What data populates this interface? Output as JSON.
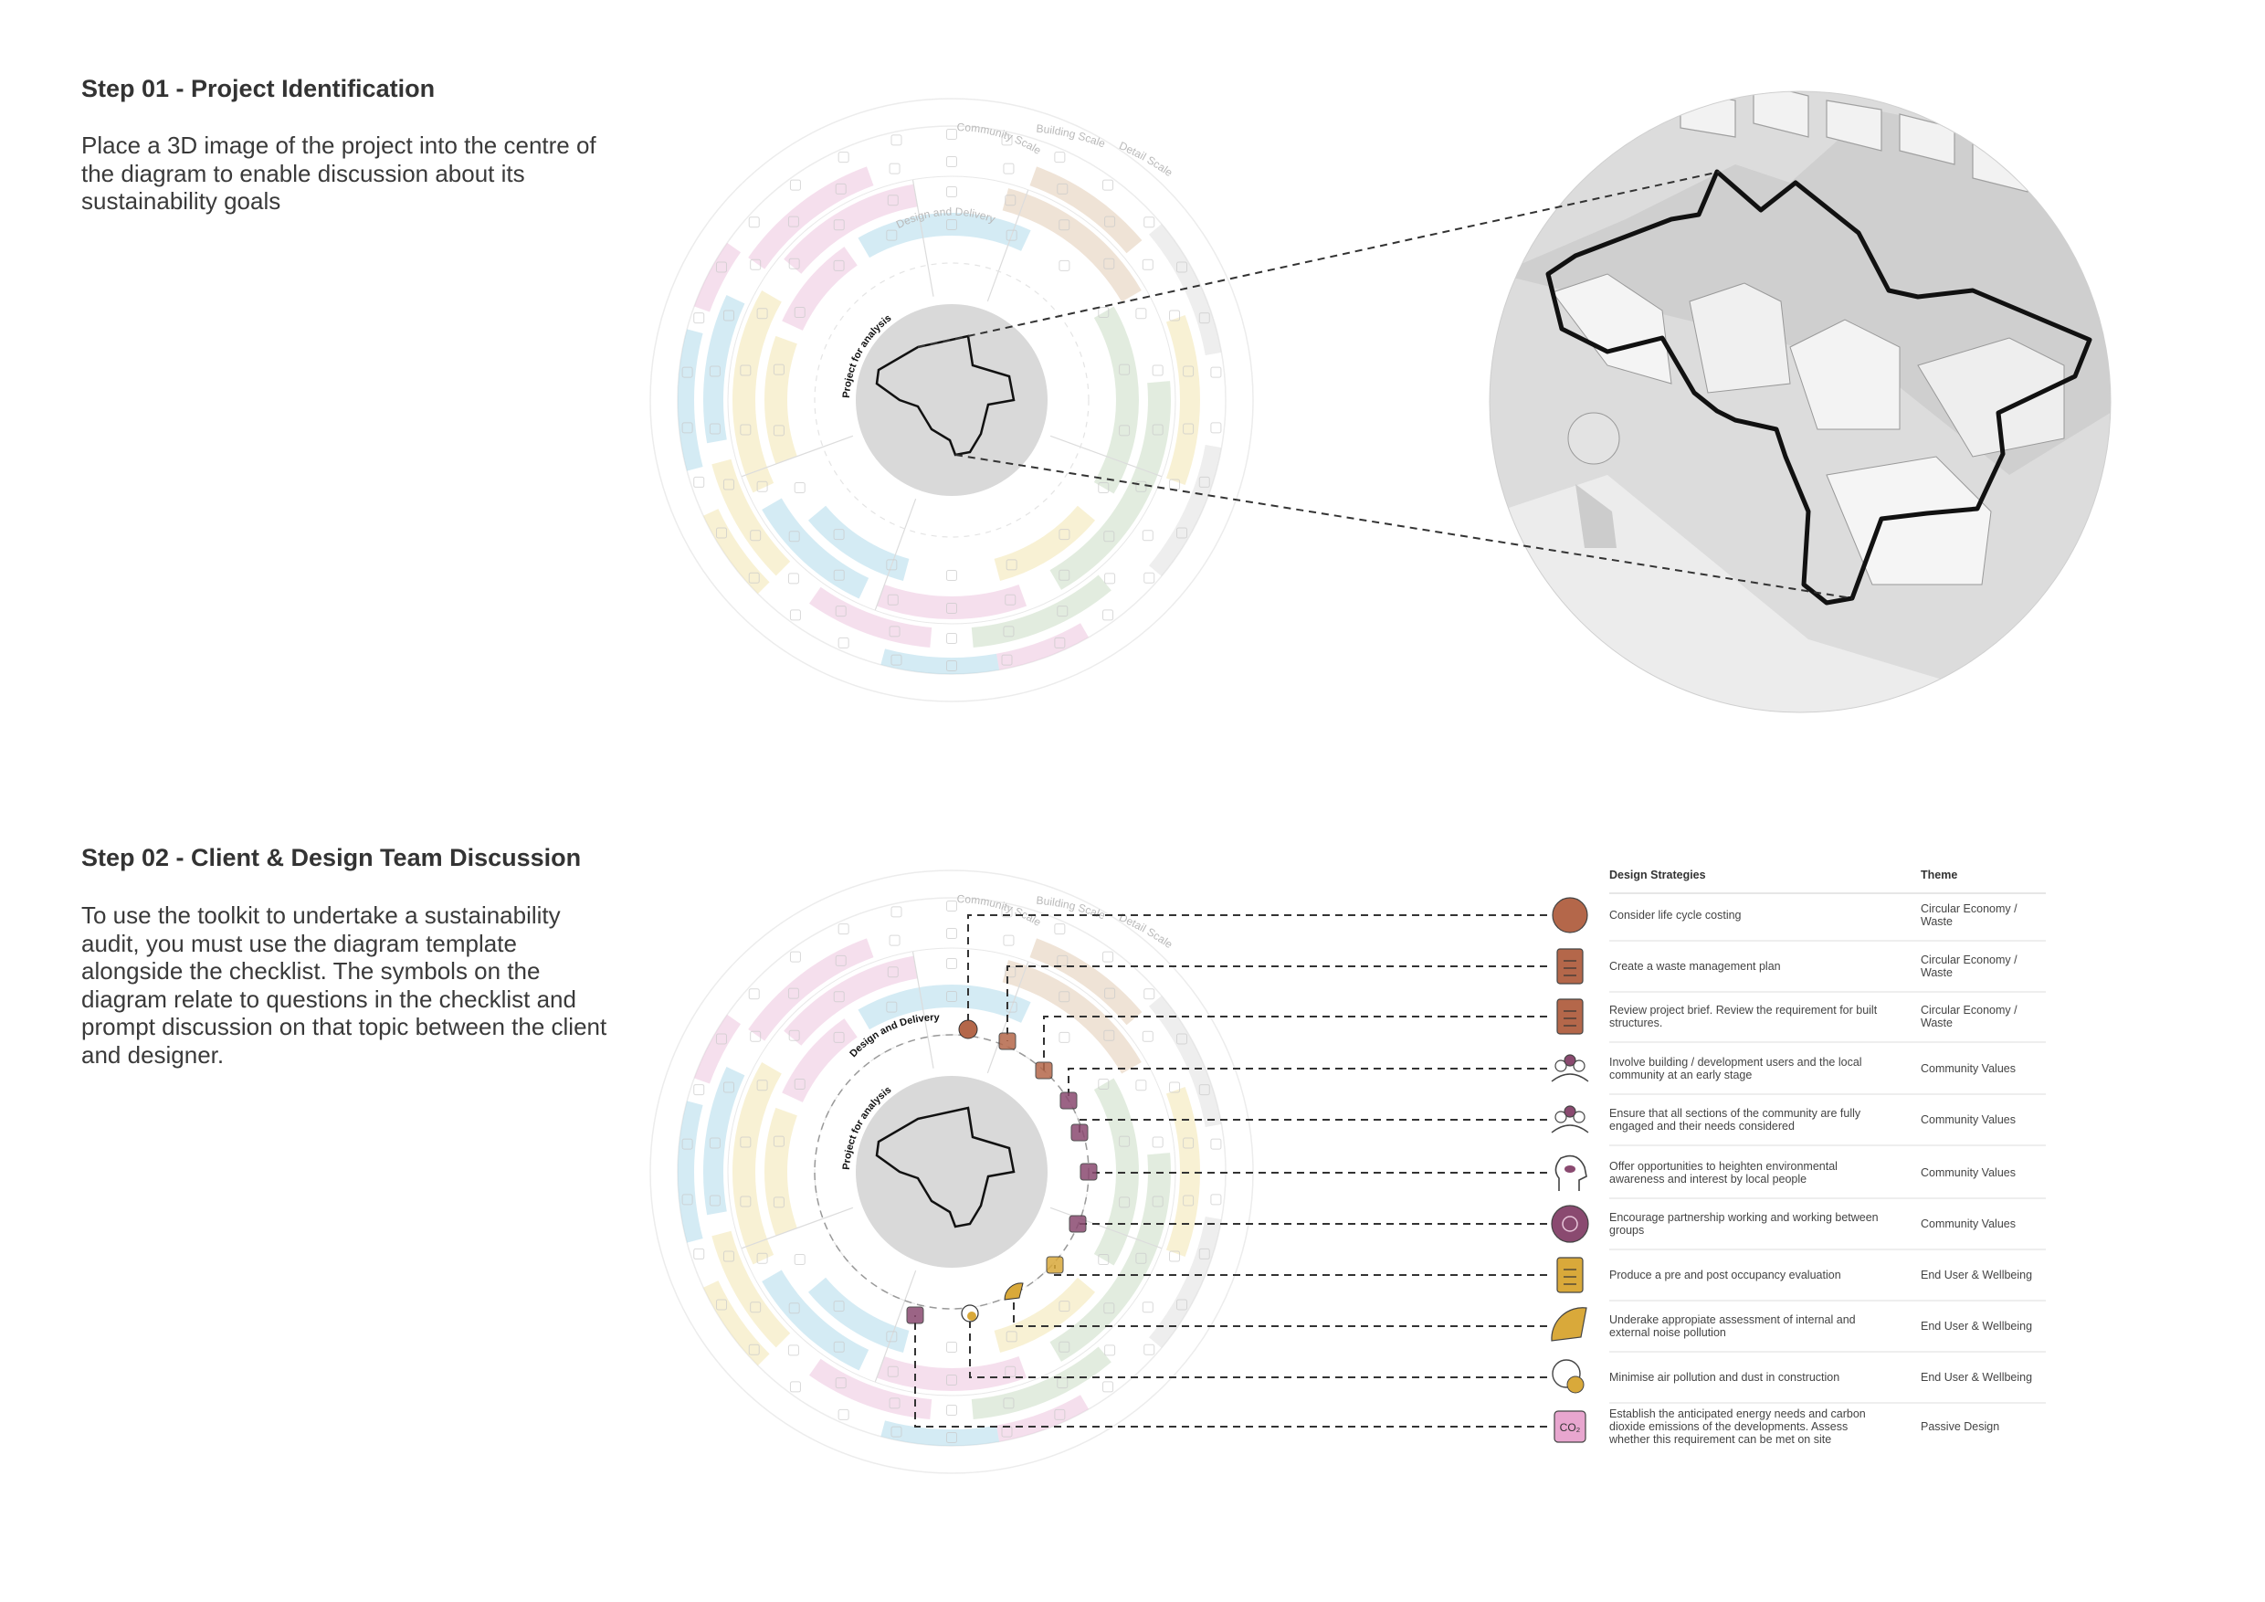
{
  "step1": {
    "title": "Step 01 - Project Identification",
    "text": "Place a 3D image of the project into the centre of the diagram to enable discussion about its sustainability goals"
  },
  "step2": {
    "title": "Step 02 - Client & Design Team Discussion",
    "text": "To use the toolkit to undertake a sustainability audit, you must use the diagram template alongside the checklist. The symbols on the diagram relate to questions in the checklist and prompt discussion on that topic between the client and designer."
  },
  "diagram": {
    "center_label": "Project for analysis",
    "ring_labels": [
      "Design and Delivery",
      "Community Scale",
      "Building Scale",
      "Detail Scale"
    ],
    "colors": {
      "pink": "#e9b7d6",
      "blue": "#9fd3e6",
      "green": "#bfd5b8",
      "yellow": "#f0dfa0",
      "tan": "#dcc0a4",
      "grey": "#d9d9d9",
      "copper": "#b4674a",
      "purple": "#8a4a70",
      "gold": "#d9a93a"
    }
  },
  "table": {
    "header_strategy": "Design Strategies",
    "header_theme": "Theme",
    "rows": [
      {
        "icon": "copper-circle-icon",
        "strategy": [
          "Consider life cycle costing"
        ],
        "theme": [
          "Circular Economy /",
          "Waste"
        ]
      },
      {
        "icon": "waste-bin-icon",
        "strategy": [
          "Create a waste management plan"
        ],
        "theme": [
          "Circular Economy /",
          "Waste"
        ]
      },
      {
        "icon": "clipboard-question-icon",
        "strategy": [
          "Review project brief. Review the requirement for built",
          "structures."
        ],
        "theme": [
          "Circular Economy /",
          "Waste"
        ]
      },
      {
        "icon": "community-people-icon",
        "strategy": [
          "Involve building / development users and the local",
          "community at an early stage"
        ],
        "theme": [
          "Community Values"
        ]
      },
      {
        "icon": "people-group-icon",
        "strategy": [
          "Ensure that all sections of the community are fully",
          "engaged and their needs considered"
        ],
        "theme": [
          "Community Values"
        ]
      },
      {
        "icon": "head-leaf-icon",
        "strategy": [
          "Offer opportunities to heighten environmental",
          "awareness and interest by local people"
        ],
        "theme": [
          "Community Values"
        ]
      },
      {
        "icon": "partnership-network-icon",
        "strategy": [
          "Encourage partnership working and working between",
          "groups"
        ],
        "theme": [
          "Community Values"
        ]
      },
      {
        "icon": "evaluation-checklist-icon",
        "strategy": [
          "Produce a pre and post occupancy evaluation"
        ],
        "theme": [
          "End User & Wellbeing"
        ]
      },
      {
        "icon": "noise-waves-icon",
        "strategy": [
          "Underake appropiate assessment of internal and",
          "external noise pollution"
        ],
        "theme": [
          "End User & Wellbeing"
        ]
      },
      {
        "icon": "dust-cloud-icon",
        "strategy": [
          "Minimise air pollution and dust in construction"
        ],
        "theme": [
          "End User & Wellbeing"
        ]
      },
      {
        "icon": "co2-energy-icon",
        "strategy": [
          "Establish the anticipated energy needs and carbon",
          "dioxide emissions of the developments. Assess",
          "whether this requirement can be met on site"
        ],
        "theme": [
          "Passive Design"
        ]
      }
    ]
  }
}
